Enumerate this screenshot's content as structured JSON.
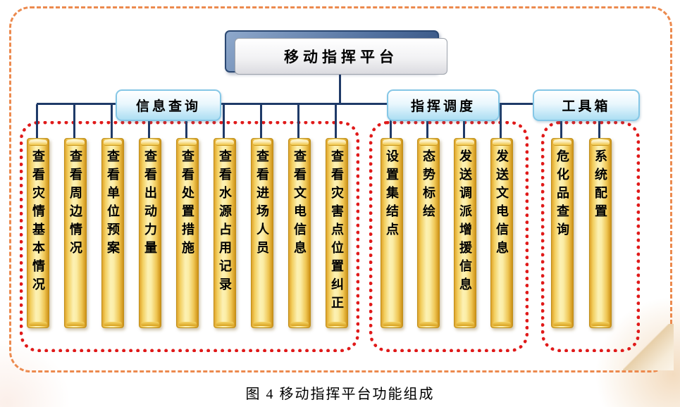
{
  "title": {
    "label": "移动指挥平台"
  },
  "caption": "图 4 移动指挥平台功能组成",
  "groups": [
    {
      "label": "信息查询",
      "items": [
        "查看灾情基本情况",
        "查看周边情况",
        "查看单位预案",
        "查看出动力量",
        "查看处置措施",
        "查看水源占用记录",
        "查看进场人员",
        "查看文电信息",
        "查看灾害点位置纠正"
      ]
    },
    {
      "label": "指挥调度",
      "items": [
        "设置集结点",
        "态势标绘",
        "发送调派增援信息",
        "发送文电信息"
      ]
    },
    {
      "label": "工具箱",
      "items": [
        "危化品查询",
        "系统配置"
      ]
    }
  ],
  "colors": {
    "connector_line": "#1F3A68",
    "group_outline_red": "#E01A1A",
    "panel_border_orange": "#EC8A4E",
    "bar_gold": "#E7AE2E",
    "category_blue": "#ACDEF3",
    "title_shadow_blue": "#52719F"
  }
}
